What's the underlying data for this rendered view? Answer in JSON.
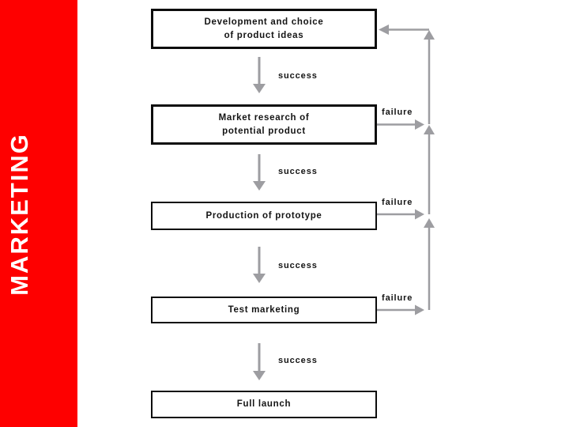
{
  "sidebar": {
    "title": "MARKETING",
    "background_color": "#fe0000",
    "title_color": "#ffffff"
  },
  "flowchart": {
    "steps": [
      {
        "label": "Development and choice\nof product ideas"
      },
      {
        "label": "Market research of\npotential product"
      },
      {
        "label": "Production of prototype"
      },
      {
        "label": "Test marketing"
      },
      {
        "label": "Full launch"
      }
    ],
    "success_label": "success",
    "failure_label": "failure",
    "arrow_color": "#9d9da1",
    "box_border_color": "#0d0d0d"
  }
}
